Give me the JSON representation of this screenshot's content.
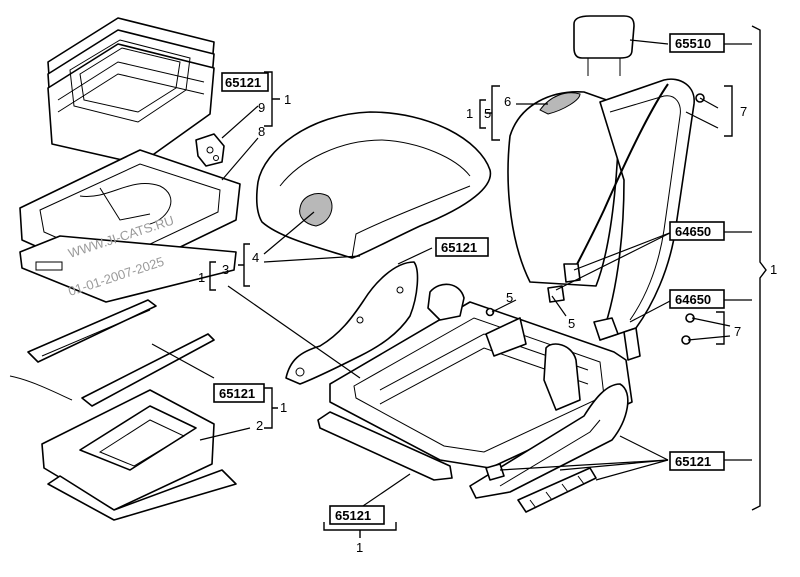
{
  "watermark": {
    "line1": "WWW.JI-CATS.RU",
    "line2": "01-01-2007-2025"
  },
  "codes": {
    "c65510": "65510",
    "c64650": "64650",
    "c65121": "65121"
  },
  "numbers": {
    "n1": "1",
    "n2": "2",
    "n3": "3",
    "n4": "4",
    "n5": "5",
    "n6": "6",
    "n7": "7",
    "n8": "8",
    "n9": "9"
  }
}
